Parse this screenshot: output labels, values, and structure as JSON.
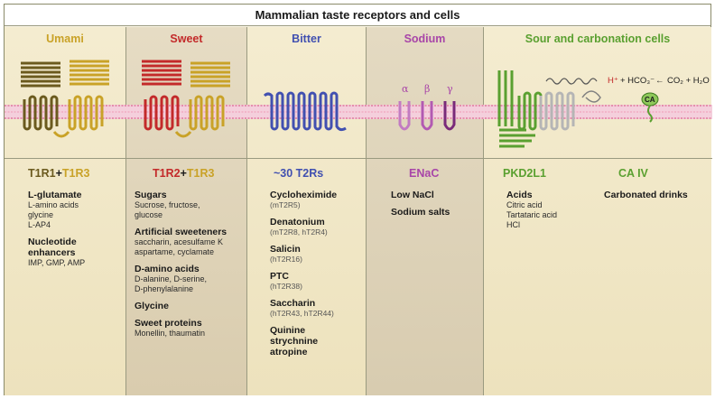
{
  "title": "Mammalian taste receptors and cells",
  "colors": {
    "umami": "#c9a227",
    "sweet": "#c32a2a",
    "bitter": "#4150b0",
    "sodium": "#a845a8",
    "sour": "#5aa030",
    "membrane": "#e8a0b8"
  },
  "columns": {
    "umami": {
      "header": "Umami",
      "receptor": {
        "a": "T1R1",
        "plus": "+",
        "b": "T1R3"
      },
      "items": [
        {
          "main": "L-glutamate",
          "sub": [
            "L-amino acids",
            "glycine",
            "L-AP4"
          ]
        },
        {
          "main": "Nucleotide enhancers",
          "sub": [
            "IMP, GMP, AMP"
          ]
        }
      ]
    },
    "sweet": {
      "header": "Sweet",
      "receptor": {
        "a": "T1R2",
        "plus": "+",
        "b": "T1R3"
      },
      "items": [
        {
          "main": "Sugars",
          "sub": [
            "Sucrose, fructose,",
            "glucose"
          ]
        },
        {
          "main": "Artificial sweeteners",
          "sub": [
            "saccharin, acesulfame K",
            "aspartame, cyclamate"
          ]
        },
        {
          "main": "D-amino acids",
          "sub": [
            "D-alanine, D-serine,",
            "D-phenylalanine"
          ]
        },
        {
          "main": "Glycine",
          "sub": []
        },
        {
          "main": "Sweet proteins",
          "sub": [
            "Monellin, thaumatin"
          ]
        }
      ]
    },
    "bitter": {
      "header": "Bitter",
      "receptor": "~30 T2Rs",
      "items": [
        {
          "main": "Cycloheximide",
          "sub": [
            "(mT2R5)"
          ]
        },
        {
          "main": "Denatonium",
          "sub": [
            "(mT2R8, hT2R4)"
          ]
        },
        {
          "main": "Salicin",
          "sub": [
            "(hT2R16)"
          ]
        },
        {
          "main": "PTC",
          "sub": [
            "(hT2R38)"
          ]
        },
        {
          "main": "Saccharin",
          "sub": [
            "(hT2R43, hT2R44)"
          ]
        },
        {
          "main": "Quinine",
          "sub": []
        },
        {
          "main": "strychnine",
          "sub": []
        },
        {
          "main": "atropine",
          "sub": []
        }
      ]
    },
    "sodium": {
      "header": "Sodium",
      "receptor": "ENaC",
      "subunits": [
        "α",
        "β",
        "γ"
      ],
      "items": [
        {
          "main": "Low NaCl",
          "sub": []
        },
        {
          "main": "Sodium salts",
          "sub": []
        }
      ]
    },
    "sour": {
      "header": "Sour and carbonation cells",
      "receptor_left": "PKD2L1",
      "receptor_right": "CA IV",
      "equation": {
        "hplus": "H⁺",
        "rest": "+ HCO₃⁻",
        "arrow": "←",
        "right": "CO₂ + H₂O"
      },
      "ca_label": "CA",
      "left_items": [
        {
          "main": "Acids",
          "sub": [
            "Citric acid",
            "Tartataric acid",
            "HCl"
          ]
        }
      ],
      "right_items": [
        {
          "main": "Carbonated drinks",
          "sub": []
        }
      ]
    }
  }
}
